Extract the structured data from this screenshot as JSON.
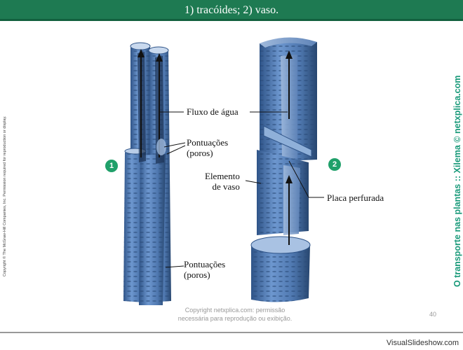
{
  "title": "1) tracóides; 2) vaso.",
  "side_copyright": "Copyright © The McGraw-Hill Companies, Inc. Permission required for reproduction or display.",
  "side_title": "O transporte nas plantas :: Xilema © netxplica.com",
  "labels": {
    "fluxo": "Fluxo de água",
    "pontuacoes_top_1": "Pontuações",
    "pontuacoes_top_2": "(poros)",
    "elemento_1": "Elemento",
    "elemento_2": "de vaso",
    "placa": "Placa perfurada",
    "pontuacoes_bottom_1": "Pontuações",
    "pontuacoes_bottom_2": "(poros)"
  },
  "badges": {
    "one": "1",
    "two": "2"
  },
  "footer": {
    "line1": "Copyright netxplica.com: permissão",
    "line2": "necessária para reprodução ou exibição."
  },
  "page_number": "40",
  "watermark": "VisualSlideshow.com",
  "colors": {
    "title_bar": "#1e7a52",
    "side_title": "#1a9a7a",
    "cell": "#5d86be",
    "badge": "#20a06a"
  }
}
